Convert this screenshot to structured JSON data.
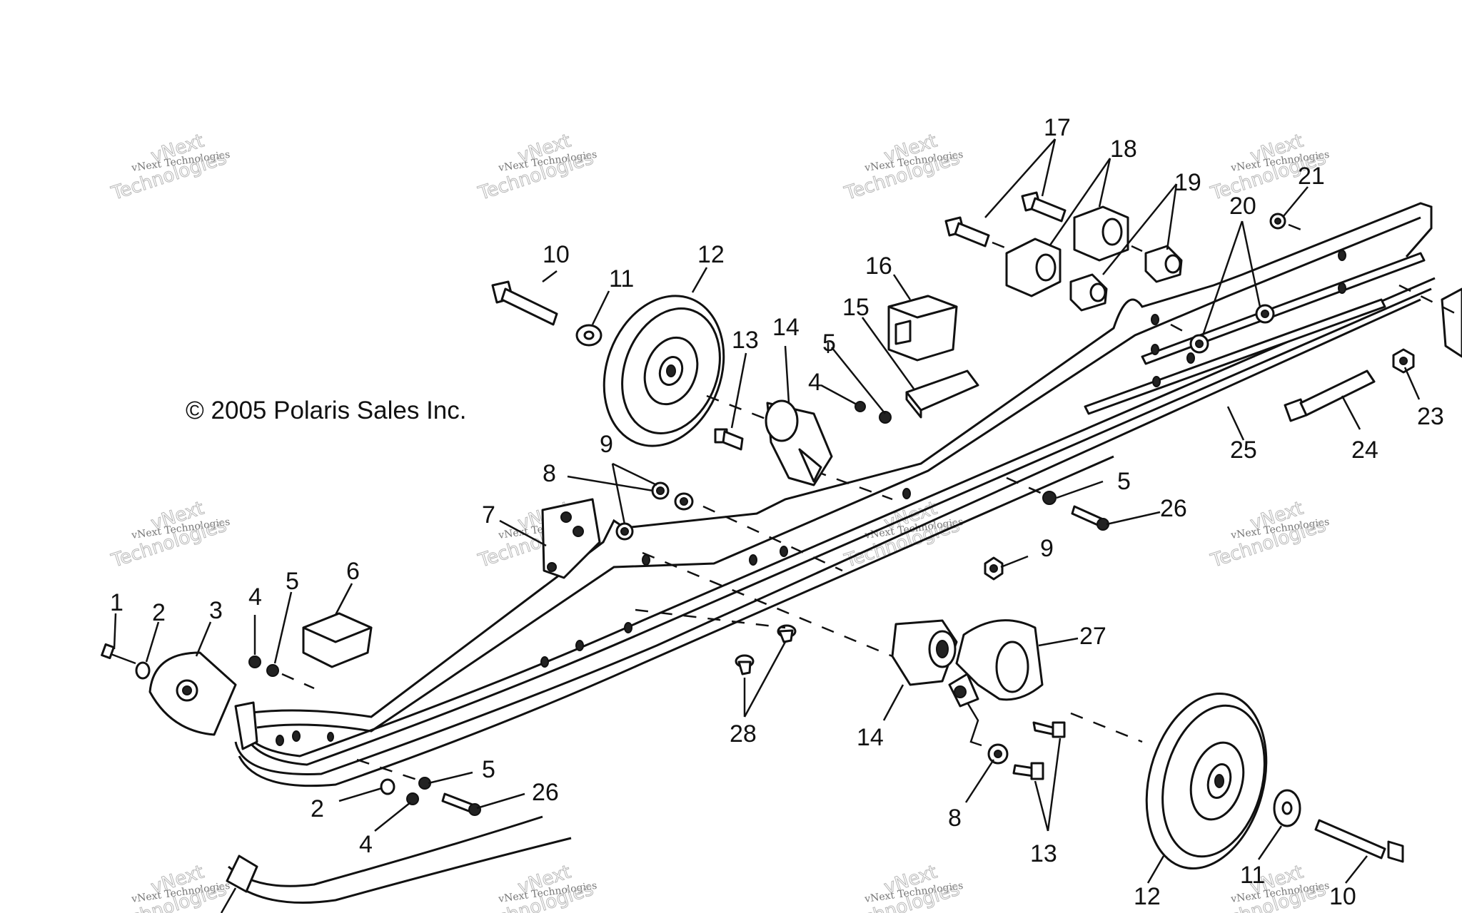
{
  "copyright": "© 2005 Polaris Sales Inc.",
  "watermark": {
    "line1": "vNext Technologies",
    "line2": "vNext",
    "line3": "Technologies"
  },
  "callouts": [
    "1",
    "2",
    "3",
    "4",
    "5",
    "6",
    "7",
    "8",
    "9",
    "10",
    "11",
    "12",
    "13",
    "14",
    "15",
    "16",
    "17",
    "18",
    "19",
    "20",
    "21",
    "23",
    "24",
    "25",
    "26",
    "27",
    "28"
  ]
}
